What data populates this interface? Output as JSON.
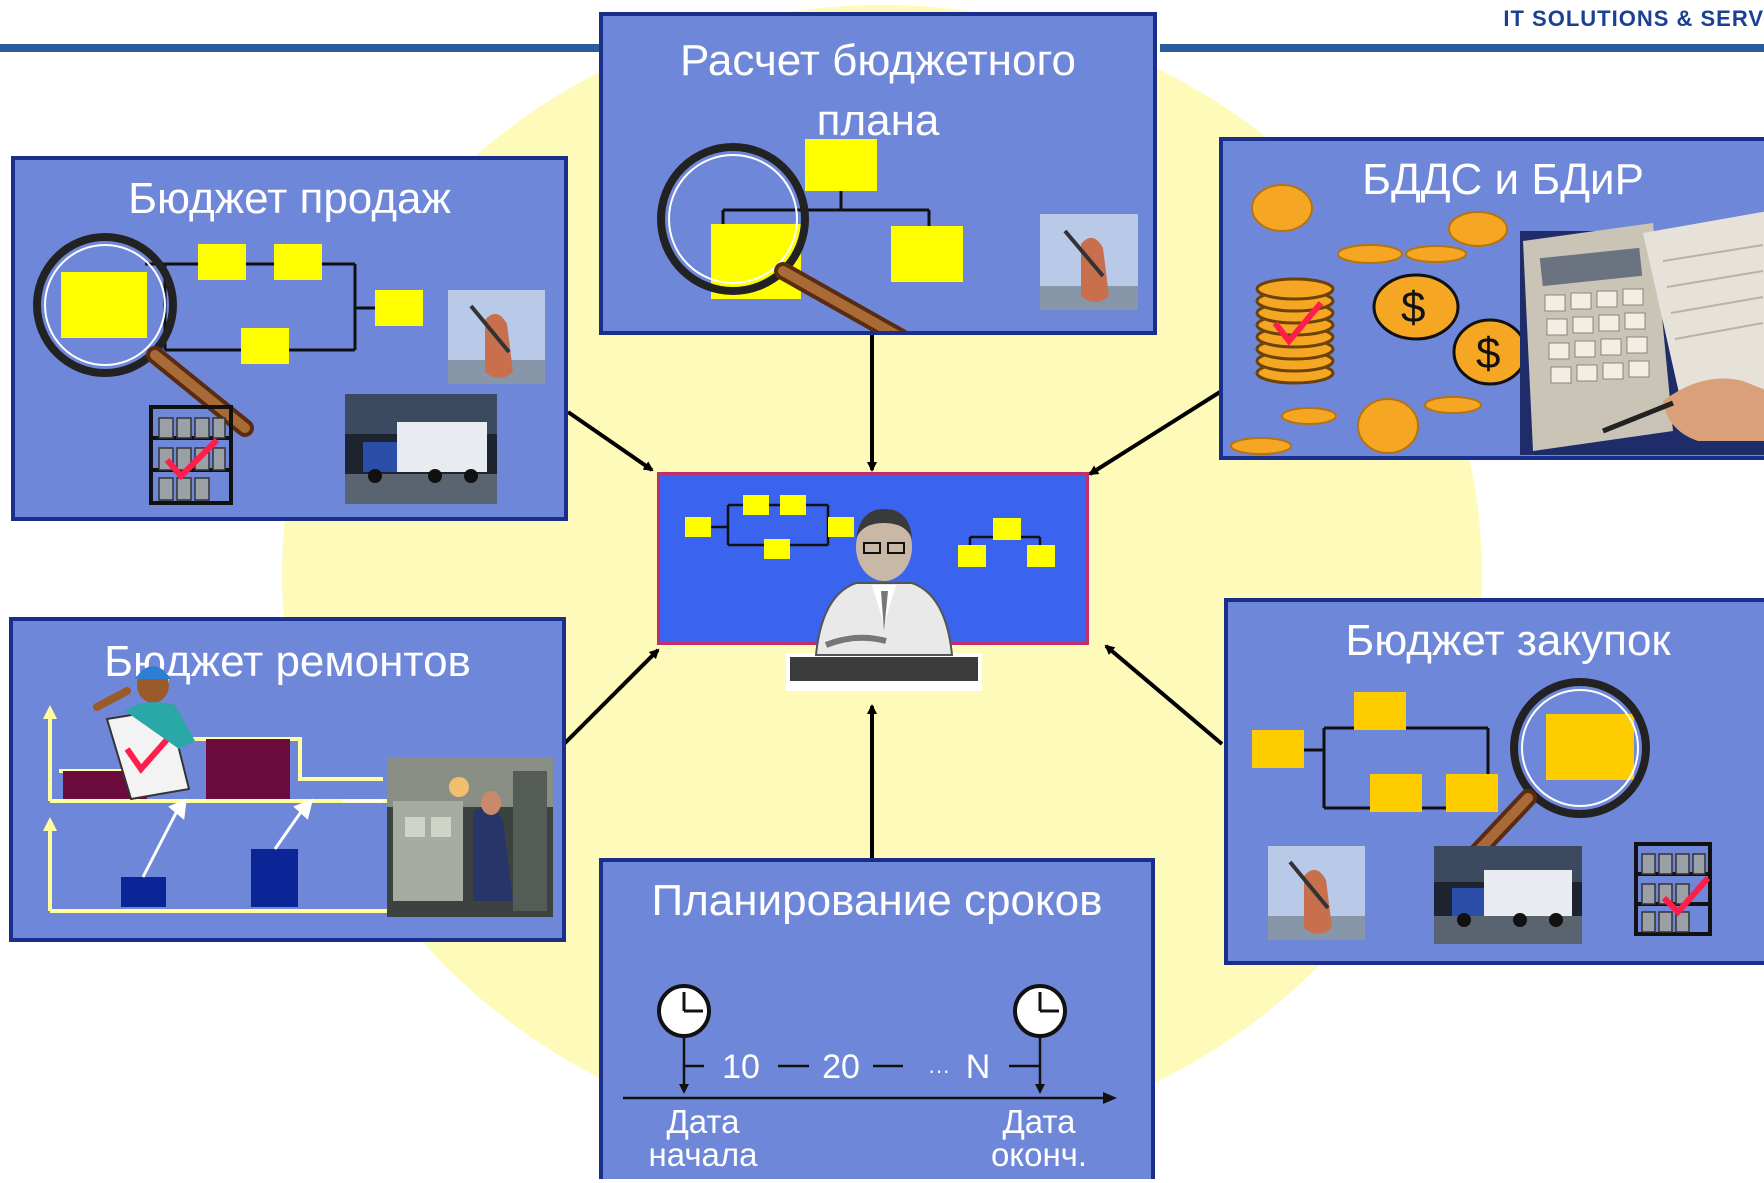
{
  "header": {
    "brand": "IT SOLUTIONS & SERV"
  },
  "panels": {
    "budget_calc": {
      "title_line1": "Расчет бюджетного",
      "title_line2": "плана"
    },
    "sales": {
      "title": "Бюджет продаж"
    },
    "cashflow": {
      "title": "БДДС и БДиР",
      "currency_symbol": "$"
    },
    "repairs": {
      "title": "Бюджет ремонтов"
    },
    "purchases": {
      "title": "Бюджет закупок"
    },
    "schedule": {
      "title": "Планирование сроков",
      "ticks": [
        "10",
        "20",
        "···",
        "N"
      ],
      "start_line1": "Дата",
      "start_line2": "начала",
      "end_line1": "Дата",
      "end_line2": "оконч."
    }
  },
  "colors": {
    "panel_fill": "#6f87d9",
    "panel_border": "#1a2f8c",
    "center_fill": "#3a64ee",
    "background_circle": "#fdfaba",
    "block_yellow": "#ffff00",
    "block_orange": "#ffcc00",
    "bar_maroon": "#6b0a3c",
    "bar_navy": "#0b2597",
    "coin": "#f5a623"
  }
}
